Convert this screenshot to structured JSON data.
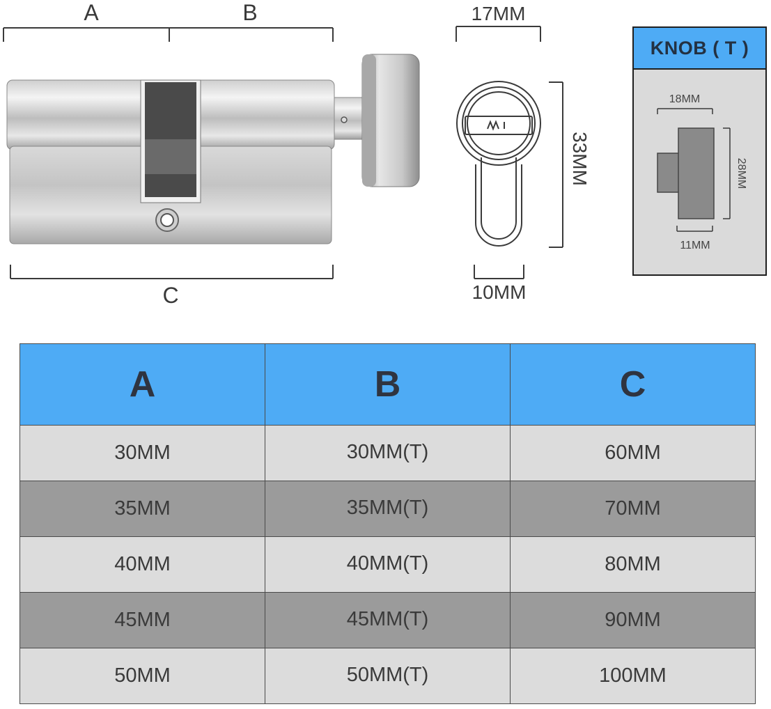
{
  "diagram": {
    "label_a": "A",
    "label_b": "B",
    "label_c": "C",
    "width_top": "17MM",
    "height_side": "33MM",
    "width_bottom": "10MM"
  },
  "knob": {
    "title": "KNOB ( T )",
    "dim_top": "18MM",
    "dim_right": "28MM",
    "dim_bottom": "11MM"
  },
  "table": {
    "headers": [
      "A",
      "B",
      "C"
    ],
    "rows": [
      [
        "30MM",
        "30MM(T)",
        "60MM"
      ],
      [
        "35MM",
        "35MM(T)",
        "70MM"
      ],
      [
        "40MM",
        "40MM(T)",
        "80MM"
      ],
      [
        "45MM",
        "45MM(T)",
        "90MM"
      ],
      [
        "50MM",
        "50MM(T)",
        "100MM"
      ]
    ]
  },
  "colors": {
    "header_blue": "#4eabf5",
    "row_light": "#dcdcdc",
    "row_dark": "#9b9b9b"
  }
}
